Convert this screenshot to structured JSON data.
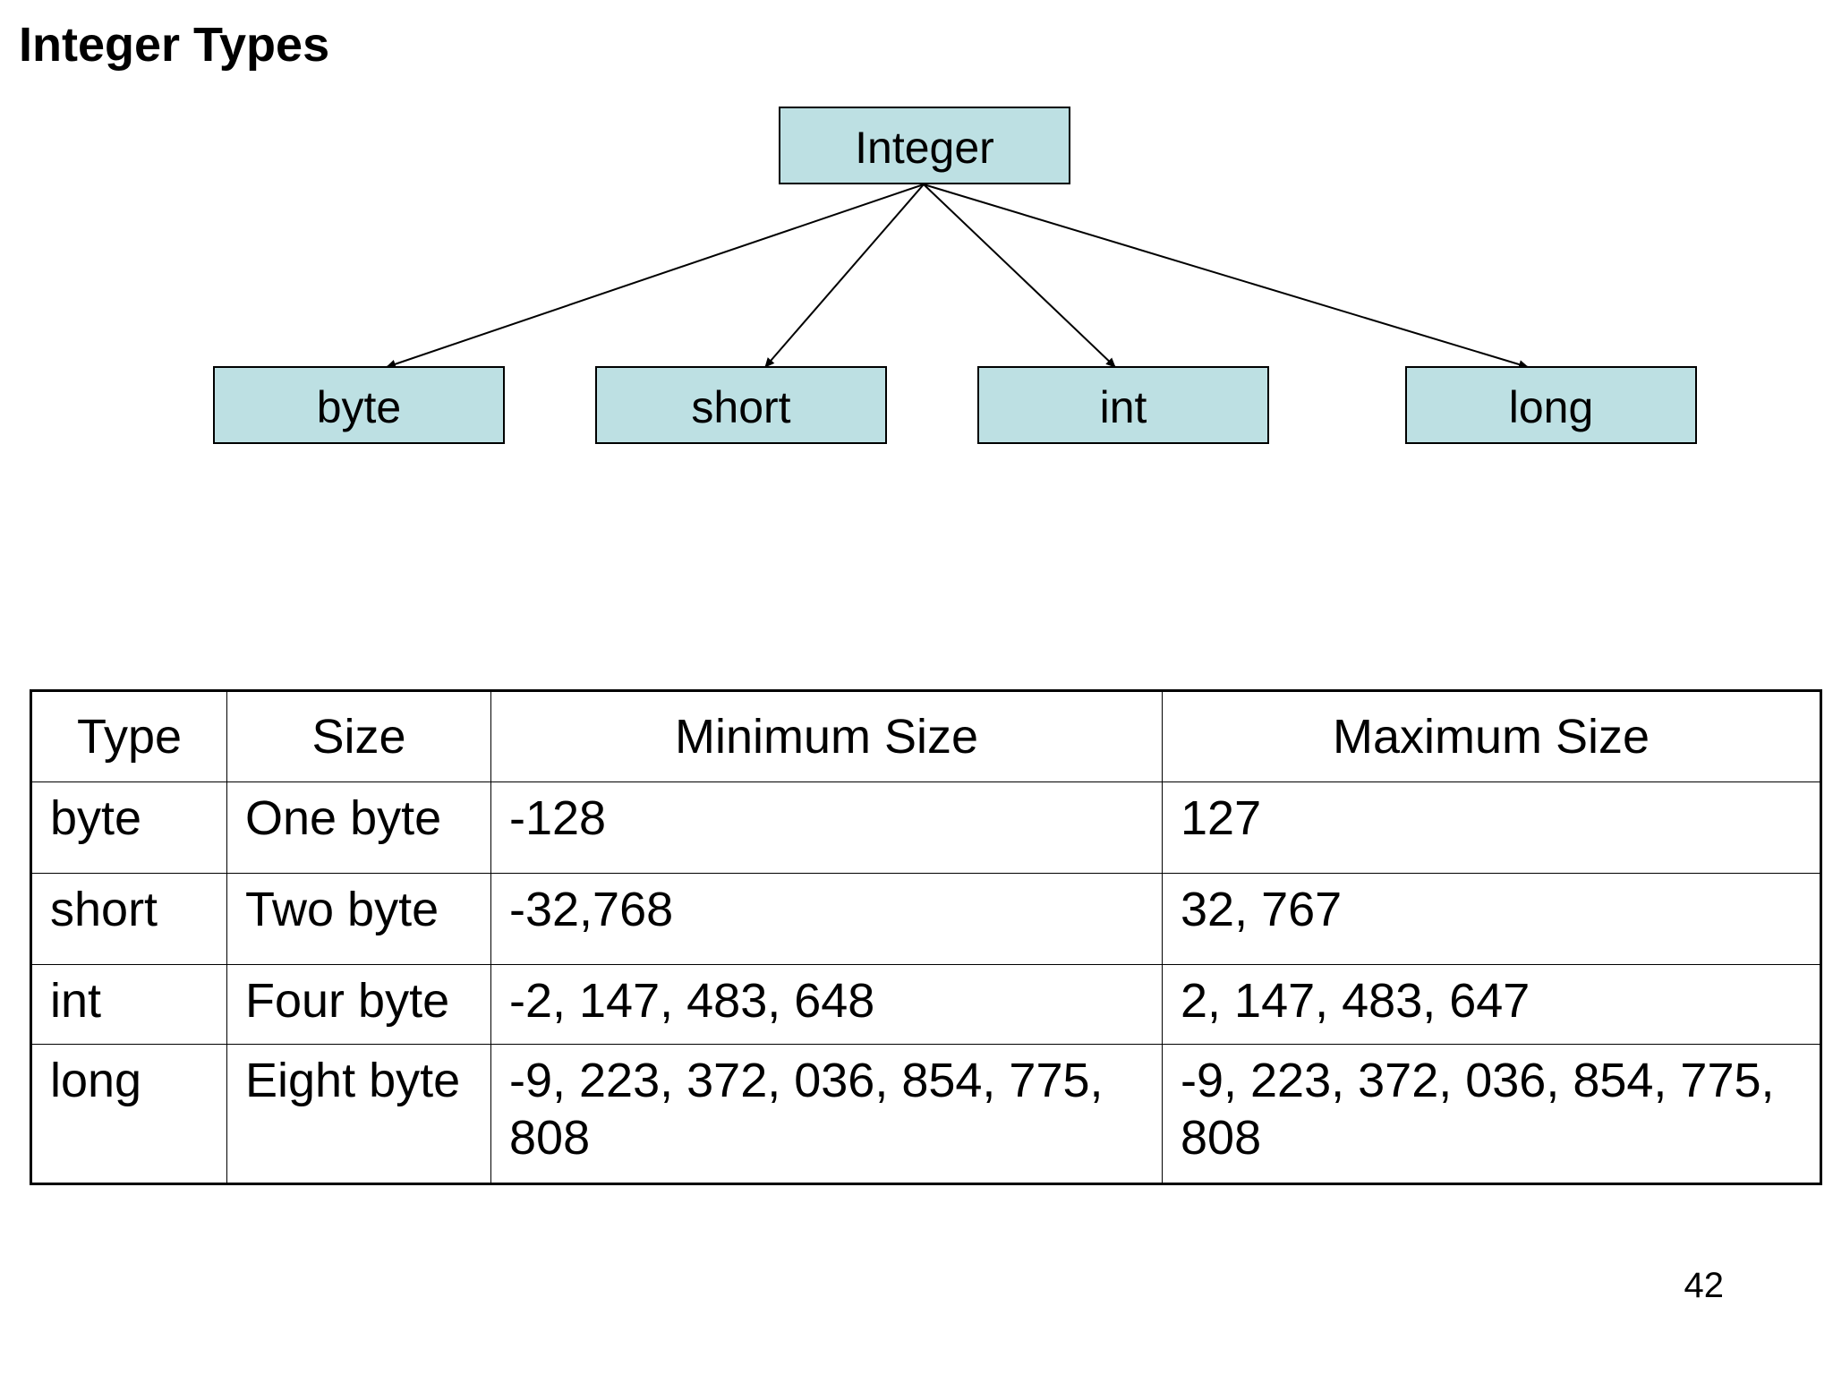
{
  "title": "Integer Types",
  "tree": {
    "root": "Integer",
    "children": [
      "byte",
      "short",
      "int",
      "long"
    ]
  },
  "table": {
    "headers": [
      "Type",
      "Size",
      "Minimum Size",
      "Maximum Size"
    ],
    "rows": [
      [
        "byte",
        "One byte",
        "-128",
        "127"
      ],
      [
        "short",
        "Two byte",
        "-32,768",
        "32, 767"
      ],
      [
        "int",
        "Four byte",
        "-2, 147, 483, 648",
        "2, 147, 483, 647"
      ],
      [
        "long",
        "Eight byte",
        "-9, 223, 372, 036, 854, 775, 808",
        "-9, 223, 372, 036, 854, 775, 808"
      ]
    ]
  },
  "page_number": "42",
  "colors": {
    "box_fill": "#bde0e3",
    "stroke": "#000000"
  }
}
